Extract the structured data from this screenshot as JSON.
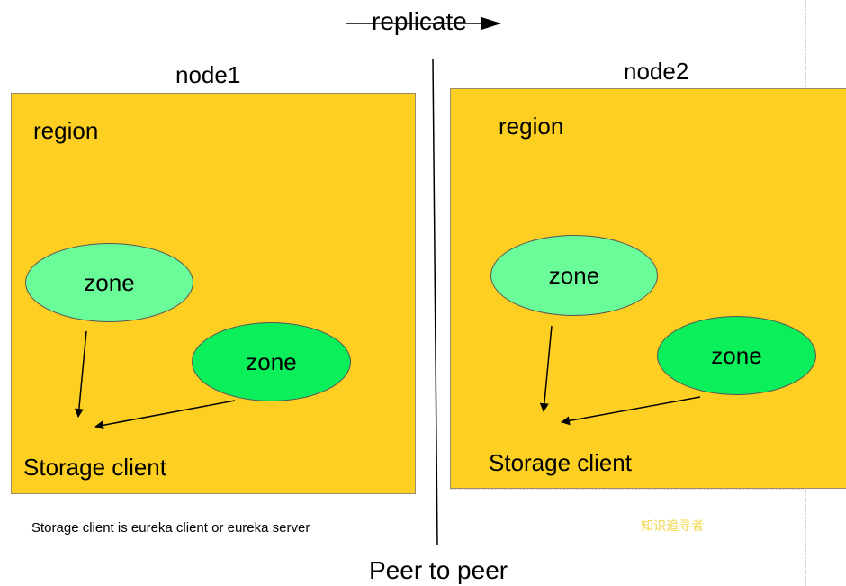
{
  "replicate_label": "replicate",
  "nodes": [
    {
      "title": "node1",
      "region_label": "region",
      "zones": [
        "zone",
        "zone"
      ],
      "storage_label": "Storage client"
    },
    {
      "title": "node2",
      "region_label": "region",
      "zones": [
        "zone",
        "zone"
      ],
      "storage_label": "Storage client"
    }
  ],
  "note": "Storage client is eureka client or eureka server",
  "watermark": "知识追寻者",
  "peer_label": "Peer to peer",
  "colors": {
    "region": "#fdcf22",
    "zone_light": "#6afc98",
    "zone_bright": "#0bf05a"
  }
}
